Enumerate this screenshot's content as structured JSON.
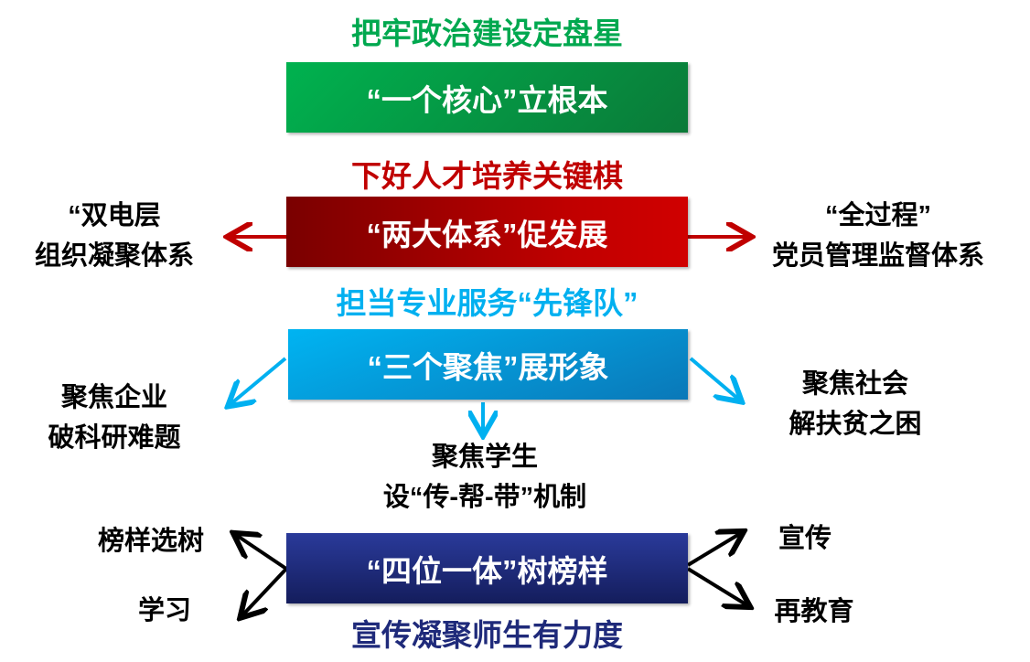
{
  "level1": {
    "heading": "把牢政治建设定盘星",
    "box": "“一个核心”立根本",
    "color": "#00a84f"
  },
  "level2": {
    "heading": "下好人才培养关键棋",
    "box": "“两大体系”促发展",
    "color": "#c00000",
    "left": [
      "“双电层",
      "组织凝聚体系"
    ],
    "right": [
      "“全过程”",
      "党员管理监督体系"
    ]
  },
  "level3": {
    "heading": "担当专业服务“先锋队”",
    "box": "“三个聚焦”展形象",
    "color": "#00b0f0",
    "left": [
      "聚焦企业",
      "破科研难题"
    ],
    "center": [
      "聚焦学生",
      "设“传-帮-带”机制"
    ],
    "right": [
      "聚焦社会",
      "解扶贫之困"
    ]
  },
  "level4": {
    "heading": "宣传凝聚师生有力度",
    "box": "“四位一体”树榜样",
    "color": "#1f2a7a",
    "left_top": "榜样选树",
    "left_bottom": "学习",
    "right_top": "宣传",
    "right_bottom": "再教育"
  }
}
